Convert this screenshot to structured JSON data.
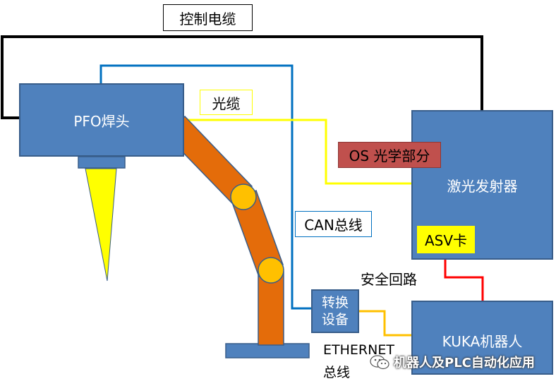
{
  "labels": {
    "control_cable": "控制电缆",
    "pfo_head": "PFO焊头",
    "fiber_cable": "光缆",
    "os_optics": "OS 光学部分",
    "laser": "激光发射器",
    "can_bus": "CAN总线",
    "asv_card": "ASV卡",
    "safety_loop": "安全回路",
    "converter_line1": "转换",
    "converter_line2": "设备",
    "kuka_robot": "KUKA机器人",
    "ethernet_line1": "ETHERNET",
    "ethernet_line2": "总线"
  },
  "watermark": {
    "text": "机器人及PLC自动化应用"
  },
  "colors": {
    "box_fill": "#4f81bd",
    "box_border": "#385d8a",
    "control_cable": "#000000",
    "can_bus": "#0070c0",
    "fiber_cable": "#ffff00",
    "ethernet": "#ffc000",
    "safety_loop": "#ff0000",
    "robot_arm": "#e46c0a",
    "robot_joint": "#ffc000",
    "beam": "#ffff00",
    "os_box": "#c0504d"
  }
}
